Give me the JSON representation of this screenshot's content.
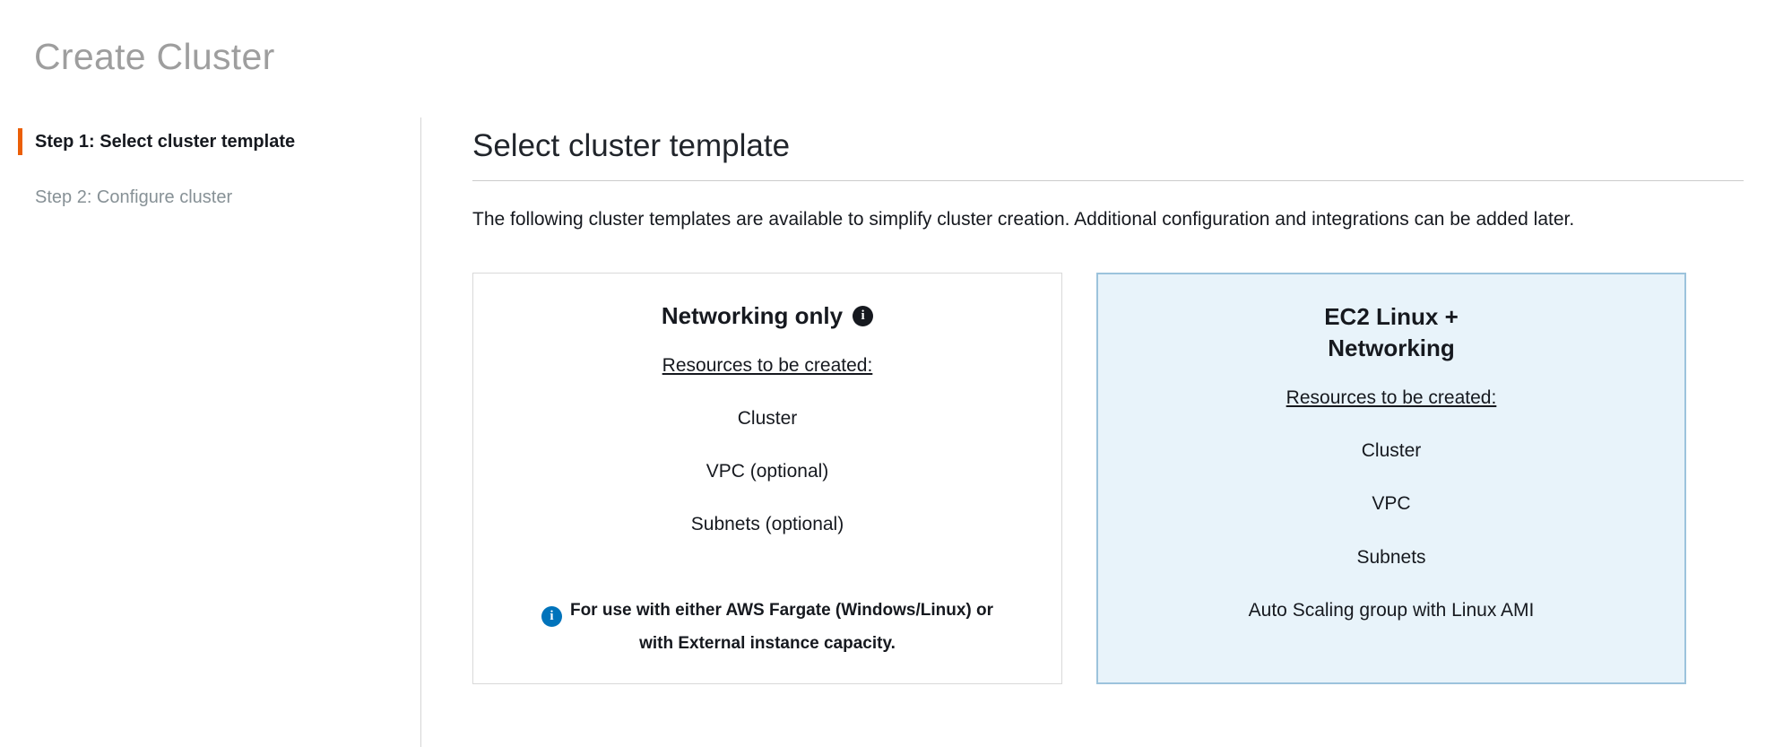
{
  "page": {
    "title": "Create Cluster"
  },
  "steps": [
    {
      "label": "Step 1: Select cluster template",
      "active": true
    },
    {
      "label": "Step 2: Configure cluster",
      "active": false
    }
  ],
  "main": {
    "heading": "Select cluster template",
    "description": "The following cluster templates are available to simplify cluster creation. Additional configuration and integrations can be added later."
  },
  "cards": [
    {
      "title": "Networking only",
      "resources_label": "Resources to be created:",
      "resources": [
        "Cluster",
        "VPC (optional)",
        "Subnets (optional)"
      ],
      "note": "For use with either AWS Fargate (Windows/Linux) or with External instance capacity.",
      "selected": false
    },
    {
      "title": "EC2 Linux + Networking",
      "resources_label": "Resources to be created:",
      "resources": [
        "Cluster",
        "VPC",
        "Subnets",
        "Auto Scaling group with Linux AMI"
      ],
      "selected": true
    }
  ],
  "icons": {
    "info_glyph": "i"
  },
  "colors": {
    "step_accent_orange": "#eb5f07",
    "selected_card_border": "#9cc3dc",
    "selected_card_bg": "#e8f3fa",
    "info_icon_blue": "#0073bb",
    "info_icon_dark": "#16191f",
    "page_title_gray": "#9e9e9e"
  }
}
